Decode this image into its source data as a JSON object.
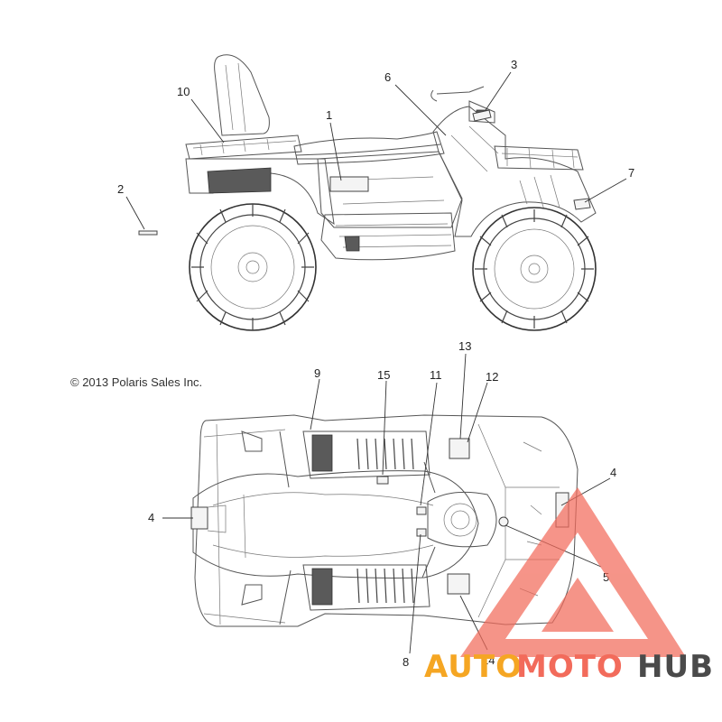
{
  "copyright": "© 2013 Polaris Sales Inc.",
  "callouts": [
    "1",
    "2",
    "3",
    "6",
    "7",
    "10",
    "9",
    "15",
    "11",
    "13",
    "12",
    "4",
    "4",
    "5",
    "8",
    "14"
  ],
  "watermark": {
    "text_auto": "AUTO",
    "text_moto": "MOTO",
    "text_hub": "HUB",
    "colors": {
      "triangle": "#f26b5b",
      "auto": "#f5a623",
      "moto": "#f26b5b",
      "hub": "#4a4a4a"
    }
  }
}
